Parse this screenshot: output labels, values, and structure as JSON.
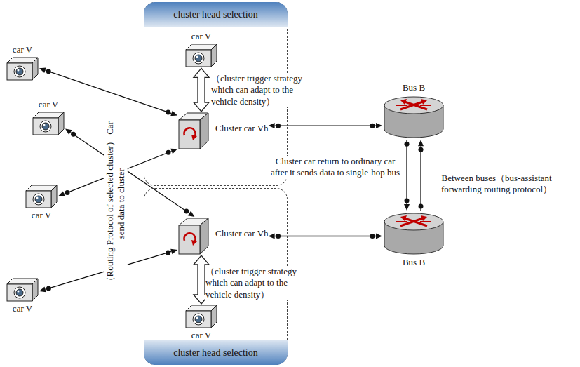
{
  "diagram": {
    "nodes": [
      {
        "text": [
          "cluster head selection",
          "（cluster trigger strategy which can adapt to the vehicle density）"
        ]
      },
      {
        "text": [
          "car V"
        ],
        "in": 0
      },
      {
        "text": [
          "Cluster car Vh"
        ],
        "in": 0
      },
      {
        "text": [
          "cluster head selection",
          "（cluster trigger strategy which can adapt to the vehicle density）"
        ]
      },
      {
        "text": [
          "Cluster car Vh"
        ],
        "in": 3
      },
      {
        "text": [
          "car V"
        ],
        "in": 3
      },
      {
        "text": [
          "car V"
        ]
      },
      {
        "text": [
          "car V"
        ]
      },
      {
        "text": [
          "car V"
        ]
      },
      {
        "text": [
          "car V"
        ]
      },
      {
        "text": [
          "Bus B"
        ]
      },
      {
        "text": [
          "Bus B"
        ]
      }
    ],
    "edges": [
      {
        "from": 1,
        "to": 2,
        "arrow": "both"
      },
      {
        "from": 5,
        "to": 4,
        "arrow": "both"
      },
      {
        "from": 6,
        "to": 2,
        "arrow": "both"
      },
      {
        "from": 7,
        "to": 4,
        "arrow": "both"
      },
      {
        "from": 8,
        "to": 2,
        "arrow": "both"
      },
      {
        "from": 9,
        "to": 4,
        "arrow": "both"
      },
      {
        "from": 2,
        "to": 10,
        "arrow": "both"
      },
      {
        "from": 4,
        "to": 11,
        "arrow": "both"
      },
      {
        "from": 10,
        "to": 11,
        "arrow": "to"
      },
      {
        "from": 11,
        "to": 10,
        "arrow": "to"
      }
    ],
    "labels": [
      "（Routing Protocol of selected cluster） Car send data to cluster",
      "Cluster car return to ordinary car after it sends data to single-hop bus",
      "Between buses（bus-assistant forwarding routing protocol）"
    ]
  }
}
